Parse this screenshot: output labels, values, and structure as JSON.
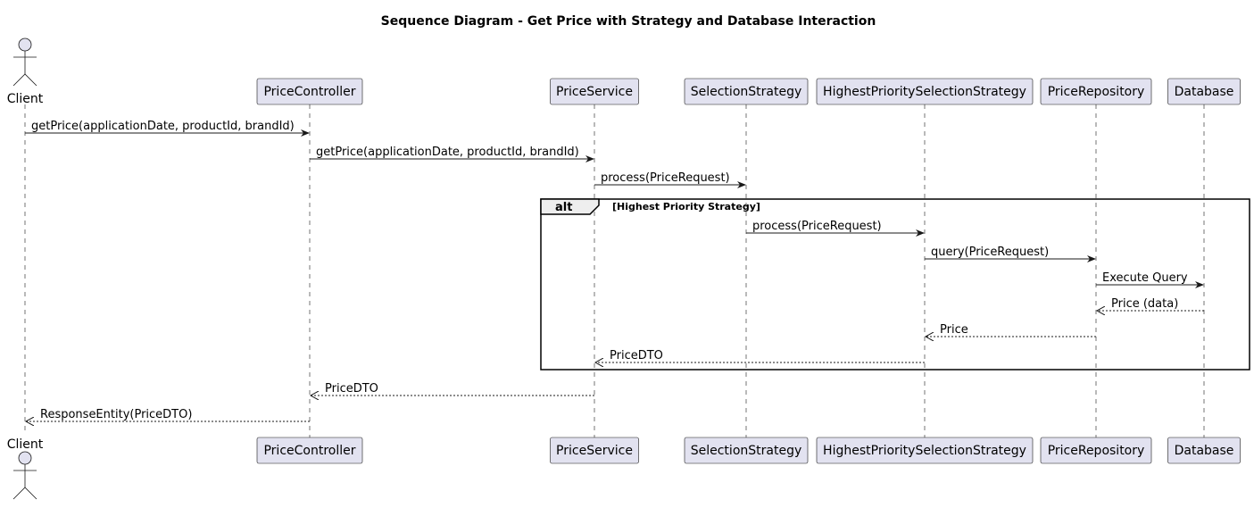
{
  "title": "Sequence Diagram - Get Price with Strategy and Database Interaction",
  "participants": [
    {
      "id": "client",
      "label": "Client",
      "kind": "actor"
    },
    {
      "id": "controller",
      "label": "PriceController",
      "kind": "participant"
    },
    {
      "id": "service",
      "label": "PriceService",
      "kind": "participant"
    },
    {
      "id": "strategy",
      "label": "SelectionStrategy",
      "kind": "participant"
    },
    {
      "id": "highest",
      "label": "HighestPrioritySelectionStrategy",
      "kind": "participant"
    },
    {
      "id": "repository",
      "label": "PriceRepository",
      "kind": "participant"
    },
    {
      "id": "database",
      "label": "Database",
      "kind": "participant"
    }
  ],
  "messages": [
    {
      "from": "client",
      "to": "controller",
      "label": "getPrice(applicationDate, productId, brandId)",
      "style": "sync"
    },
    {
      "from": "controller",
      "to": "service",
      "label": "getPrice(applicationDate, productId, brandId)",
      "style": "sync"
    },
    {
      "from": "service",
      "to": "strategy",
      "label": "process(PriceRequest)",
      "style": "sync"
    },
    {
      "from": "strategy",
      "to": "highest",
      "label": "process(PriceRequest)",
      "style": "sync"
    },
    {
      "from": "highest",
      "to": "repository",
      "label": "query(PriceRequest)",
      "style": "sync"
    },
    {
      "from": "repository",
      "to": "database",
      "label": "Execute Query",
      "style": "sync"
    },
    {
      "from": "database",
      "to": "repository",
      "label": "Price (data)",
      "style": "return"
    },
    {
      "from": "repository",
      "to": "highest",
      "label": "Price",
      "style": "return"
    },
    {
      "from": "highest",
      "to": "service",
      "label": "PriceDTO",
      "style": "return"
    },
    {
      "from": "service",
      "to": "controller",
      "label": "PriceDTO",
      "style": "return"
    },
    {
      "from": "controller",
      "to": "client",
      "label": "ResponseEntity(PriceDTO)",
      "style": "return"
    }
  ],
  "fragment": {
    "keyword": "alt",
    "condition": "[Highest Priority Strategy]",
    "first_message": 3,
    "last_message": 8
  }
}
